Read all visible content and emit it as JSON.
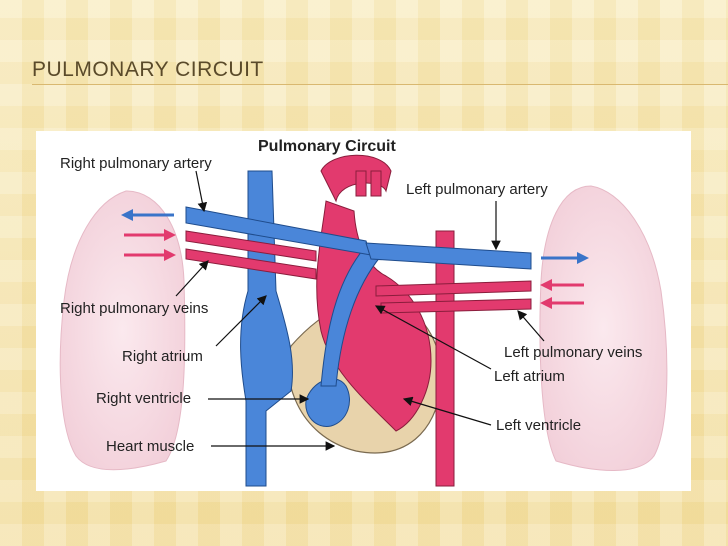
{
  "slide": {
    "title": "PULMONARY CIRCUIT"
  },
  "diagram": {
    "title": "Pulmonary Circuit",
    "labels": {
      "right_pulmonary_artery": "Right pulmonary artery",
      "left_pulmonary_artery": "Left pulmonary artery",
      "right_pulmonary_veins": "Right pulmonary veins",
      "right_atrium": "Right atrium",
      "left_pulmonary_veins": "Left pulmonary veins",
      "left_atrium": "Left atrium",
      "right_ventricle": "Right ventricle",
      "left_ventricle": "Left ventricle",
      "heart_muscle": "Heart muscle"
    },
    "colors": {
      "deoxygenated": "#4a86d9",
      "oxygenated": "#e23a6e",
      "heart_muscle": "#e8d3ab",
      "lung": "#f7dde4"
    }
  }
}
